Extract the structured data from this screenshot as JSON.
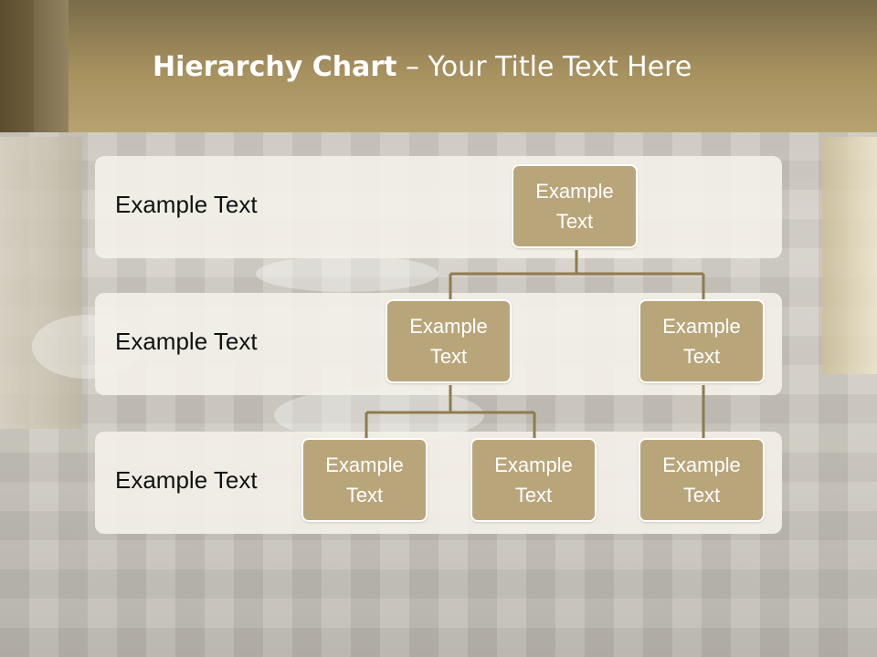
{
  "slide": {
    "title_bold": "Hierarchy Chart",
    "title_rest": " – Your Title Text Here"
  },
  "levels": [
    {
      "label": "Example Text"
    },
    {
      "label": "Example Text"
    },
    {
      "label": "Example Text"
    }
  ],
  "nodes": {
    "root": {
      "line1": "Example",
      "line2": "Text"
    },
    "level2_left": {
      "line1": "Example",
      "line2": "Text"
    },
    "level2_right": {
      "line1": "Example",
      "line2": "Text"
    },
    "level3_a": {
      "line1": "Example",
      "line2": "Text"
    },
    "level3_b": {
      "line1": "Example",
      "line2": "Text"
    },
    "level3_c": {
      "line1": "Example",
      "line2": "Text"
    }
  },
  "colors": {
    "header": "#a7915f",
    "node_fill": "#b9a57a",
    "connector": "#8f7b4f",
    "band": "#f3f0e8"
  }
}
